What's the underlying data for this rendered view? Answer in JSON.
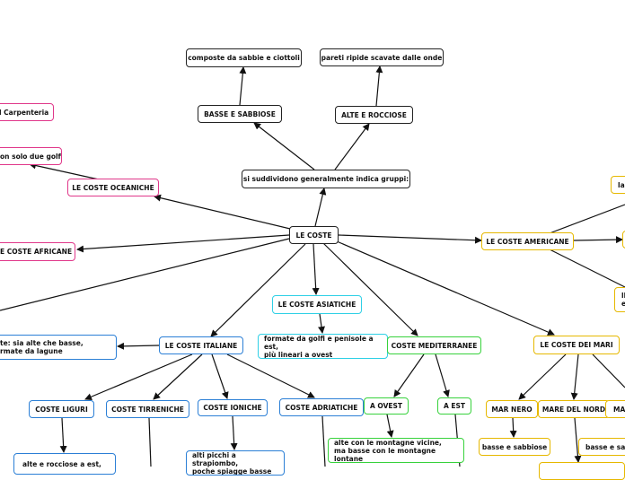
{
  "colors": {
    "black": "#222222",
    "pink": "#e0388a",
    "cyan": "#2fd0e6",
    "blue": "#2b7fd6",
    "green": "#37d23c",
    "yellow": "#e6b800"
  },
  "nodes": {
    "root": "LE COSTE",
    "groups": "si suddividono generalmente indica gruppi:",
    "basse_sabbiose": "BASSE E SABBIOSE",
    "composte": "composte da sabbie e ciottoli",
    "alte_rocciose": "ALTE E ROCCIOSE",
    "pareti": "pareti ripide scavate dalle onde",
    "oceaniche": "LE COSTE OCEANICHE",
    "carpenteria": "l Carpenteria",
    "due_golfi": "on solo due golfi",
    "africane": "E COSTE AFRICANE",
    "americane": "LE COSTE AMERICANE",
    "am_right1": "la",
    "am_right2": "ll",
    "am_right2b": "e",
    "asiatiche": "LE COSTE ASIATICHE",
    "asiatiche_desc_1": "formate da golfi e penisole a est,",
    "asiatiche_desc_2": "più lineari a ovest",
    "italiane": "LE COSTE ITALIANE",
    "italiane_desc_1": "te: sia alte che basse,",
    "italiane_desc_2": "rmate da lagune",
    "liguri": "COSTE LIGURI",
    "liguri_desc": "alte e rocciose a est,",
    "tirreniche": "COSTE TIRRENICHE",
    "ioniche": "COSTE IONICHE",
    "ioniche_desc_1": "alti picchi a strapiombo,",
    "ioniche_desc_2": "poche spiagge basse",
    "adriatiche": "COSTE ADRIATICHE",
    "mediterranee": "COSTE MEDITERRANEE",
    "ovest": "A OVEST",
    "ovest_desc_1": "alte con le montagne vicine,",
    "ovest_desc_2": "ma basse con le montagne lontane",
    "est": "A EST",
    "mari": "LE COSTE DEI MARI",
    "mar_nero": "MAR NERO",
    "mar_nero_desc": "basse e sabbiose",
    "mare_nord": "MARE DEL NORD",
    "mar_right": "MA",
    "mar_right_desc": "basse e sab"
  }
}
